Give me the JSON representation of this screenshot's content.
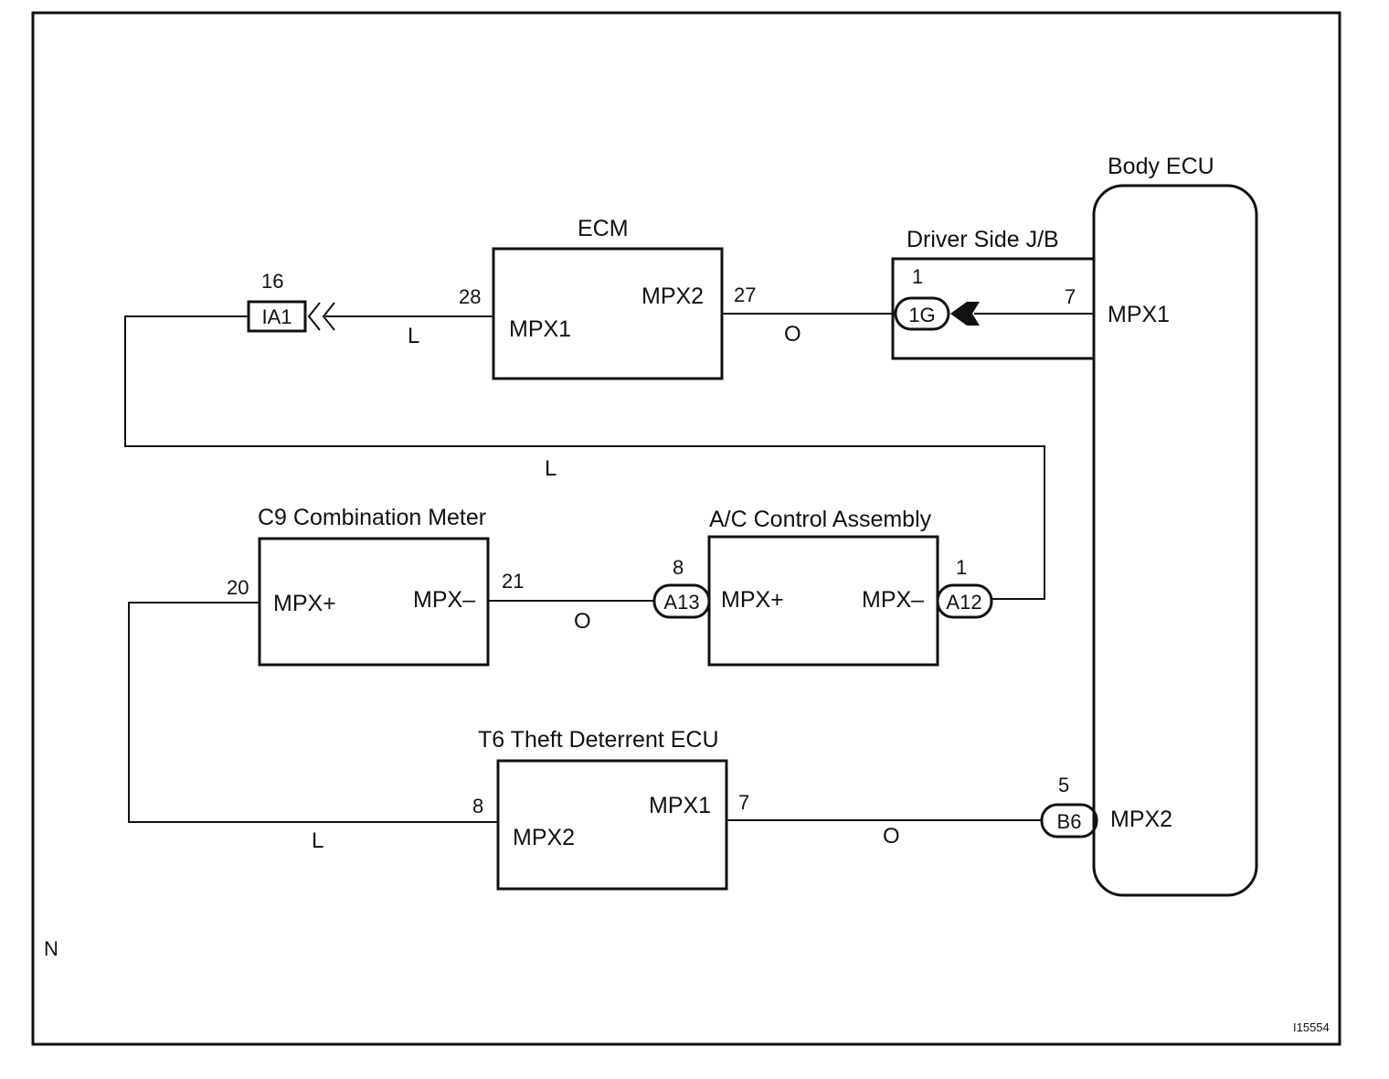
{
  "corner_letter": "N",
  "figure_id": "I15554",
  "components": {
    "ecm": {
      "title": "ECM",
      "left_terminal": "MPX1",
      "right_terminal": "MPX2",
      "left_pin": "28",
      "right_pin": "27"
    },
    "jb": {
      "title": "Driver Side J/B",
      "connector": "1G",
      "connector_pin": "1",
      "out_pin": "7"
    },
    "body_ecu": {
      "title": "Body ECU",
      "terminal_top": "MPX1",
      "terminal_bottom": "MPX2"
    },
    "combo_meter": {
      "title": "C9 Combination Meter",
      "left_terminal": "MPX+",
      "right_terminal": "MPX–",
      "left_pin": "20",
      "right_pin": "21"
    },
    "ac_control": {
      "title": "A/C Control Assembly",
      "left_terminal": "MPX+",
      "right_terminal": "MPX–",
      "left_connector": "A13",
      "left_pin": "8",
      "right_connector": "A12",
      "right_pin": "1"
    },
    "theft_ecu": {
      "title": "T6 Theft Deterrent ECU",
      "left_terminal": "MPX2",
      "right_terminal": "MPX1",
      "left_pin": "8",
      "right_pin": "7"
    },
    "ia1": {
      "connector": "IA1",
      "pin": "16"
    },
    "b6": {
      "connector": "B6",
      "pin": "5"
    }
  },
  "wires": {
    "ia1_ecm": "L",
    "ecm_jb": "O",
    "loop_top": "L",
    "meter_ac": "O",
    "meter_theft": "L",
    "theft_body": "O"
  }
}
